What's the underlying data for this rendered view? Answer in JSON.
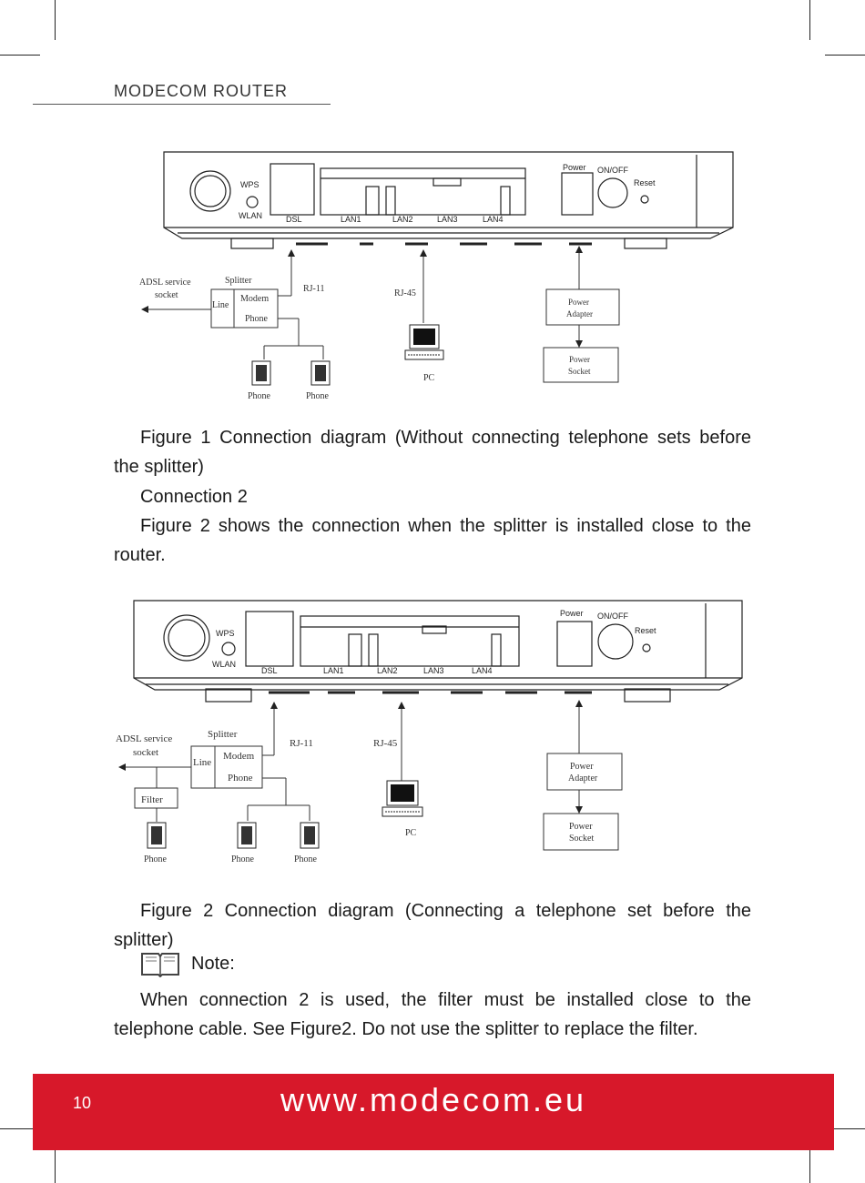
{
  "header": {
    "title": "MODECOM ROUTER"
  },
  "figure1": {
    "device_labels": {
      "wps": "WPS",
      "wlan": "WLAN",
      "power": "Power",
      "onoff": "ON/OFF",
      "reset": "Reset",
      "dsl": "DSL",
      "lan1": "LAN1",
      "lan2": "LAN2",
      "lan3": "LAN3",
      "lan4": "LAN4"
    },
    "labels": {
      "adsl": "ADSL service",
      "socket": "socket",
      "splitter": "Splitter",
      "line": "Line",
      "modem": "Modem",
      "phone": "Phone",
      "rj11": "RJ-11",
      "rj45": "RJ-45",
      "pc": "PC",
      "power_adapter_1": "Power",
      "power_adapter_2": "Adapter",
      "power_socket_1": "Power",
      "power_socket_2": "Socket",
      "phone_a": "Phone",
      "phone_b": "Phone"
    }
  },
  "figure2": {
    "device_labels": {
      "wps": "WPS",
      "wlan": "WLAN",
      "power": "Power",
      "onoff": "ON/OFF",
      "reset": "Reset",
      "dsl": "DSL",
      "lan1": "LAN1",
      "lan2": "LAN2",
      "lan3": "LAN3",
      "lan4": "LAN4"
    },
    "labels": {
      "adsl": "ADSL service",
      "socket": "socket",
      "splitter": "Splitter",
      "line": "Line",
      "modem": "Modem",
      "phone": "Phone",
      "rj11": "RJ-11",
      "rj45": "RJ-45",
      "pc": "PC",
      "filter": "Filter",
      "power_adapter_1": "Power",
      "power_adapter_2": "Adapter",
      "power_socket_1": "Power",
      "power_socket_2": "Socket",
      "phone_a": "Phone",
      "phone_b": "Phone",
      "phone_c": "Phone"
    }
  },
  "text": {
    "fig1_caption": "Figure 1 Connection diagram (Without connecting telephone sets before the splitter)",
    "conn2_heading": "Connection 2",
    "conn2_desc": "Figure 2 shows the connection when the splitter is installed close to the router.",
    "fig2_caption": "Figure 2 Connection diagram (Connecting a telephone set before the splitter)",
    "note_label": "Note:",
    "note_text": "When connection 2 is used, the filter must be installed close to the telephone cable. See Figure2. Do not use the splitter to replace the filter."
  },
  "footer": {
    "page_number": "10",
    "url": "www.modecom.eu"
  },
  "colors": {
    "footer_red": "#d7182a"
  }
}
